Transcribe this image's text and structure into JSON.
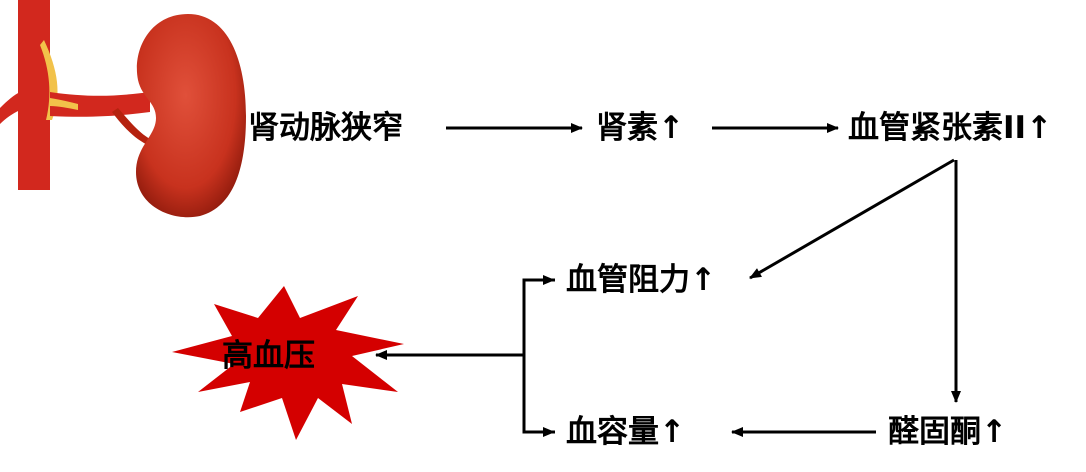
{
  "nodes": {
    "stenosis": "肾动脉狭窄",
    "renin": "肾素↑",
    "angiotensin": "血管紧张素II↑",
    "resistance": "血管阻力↑",
    "volume": "血容量↑",
    "aldosterone": "醛固酮↑",
    "hypertension": "高血压"
  },
  "colors": {
    "kidney": "#c8321e",
    "kidney_dark": "#8e1a0c",
    "artery": "#d2281e",
    "artery_fat": "#f2c24a",
    "burst": "#d40000",
    "arrow": "#000000"
  },
  "icons": [
    "kidney-illustration",
    "explosion-burst-icon"
  ]
}
